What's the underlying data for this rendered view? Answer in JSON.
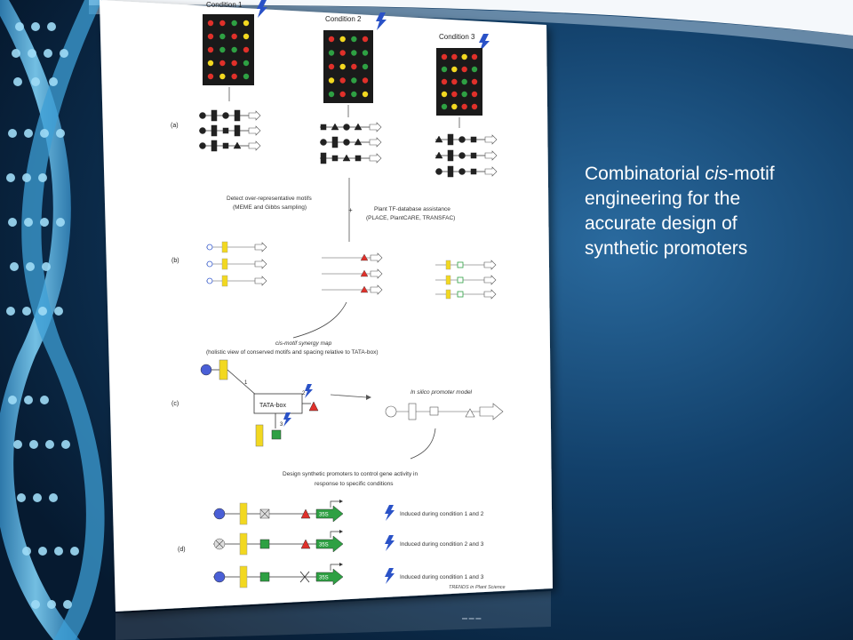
{
  "slide": {
    "caption": {
      "before": "Combinatorial ",
      "italic": "cis",
      "after": "-motif engineering for the accurate design of synthetic promoters"
    }
  },
  "figure": {
    "conditions": [
      "Condition 1",
      "Condition 2",
      "Condition 3"
    ],
    "panel_labels": {
      "a": "(a)",
      "b": "(b)",
      "c": "(c)",
      "d": "(d)"
    },
    "detect_text": [
      "Detect over-representative motifs",
      "(MEME and Gibbs sampling)"
    ],
    "plus": "+",
    "plant_text": [
      "Plant TF-database assistance",
      "(PLACE, PlantCARE, TRANSFAC)"
    ],
    "synergy_text": [
      "cis-motif synergy map",
      "(holistic view of conserved motifs and spacing relative to TATA-box)"
    ],
    "tata": "TATA-box",
    "spacing": [
      "1",
      "2",
      "3"
    ],
    "insilico": "In silico promoter model",
    "design_text": [
      "Design synthetic promoters to control gene activity in",
      "response to specific conditions"
    ],
    "promoter_label": "35S",
    "induced": [
      "Induced during condition 1 and 2",
      "Induced during condition 2 and 3",
      "Induced during condition 1 and 3"
    ],
    "source": "TRENDS in Plant Science",
    "colors": {
      "red": "#e0302a",
      "green": "#2ea043",
      "yellow": "#f2d820",
      "dark": "#222222",
      "accent_blue": "#3a5fd0"
    }
  }
}
